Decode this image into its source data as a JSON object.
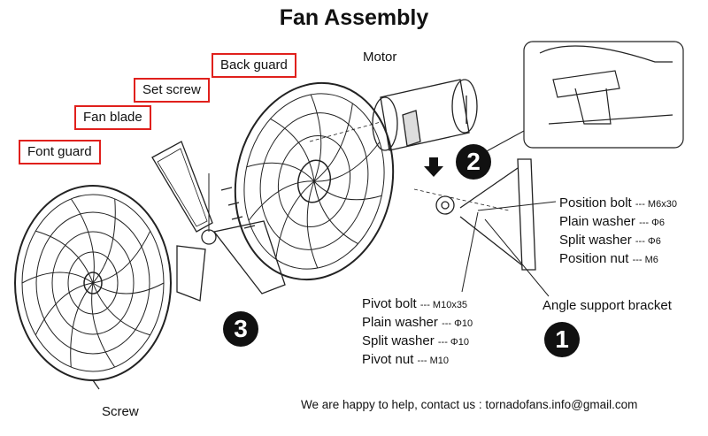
{
  "title": "Fan Assembly",
  "parts": {
    "font_guard": "Font guard",
    "fan_blade": "Fan blade",
    "set_screw": "Set screw",
    "back_guard": "Back guard",
    "motor": "Motor",
    "screw": "Screw",
    "angle_support_bracket": "Angle support bracket"
  },
  "hardware_right": [
    {
      "name": "Position bolt",
      "spec": "--- M6x30"
    },
    {
      "name": "Plain washer",
      "spec": "--- Φ6"
    },
    {
      "name": "Split washer",
      "spec": "--- Φ6"
    },
    {
      "name": "Position nut",
      "spec": "--- M6"
    }
  ],
  "hardware_pivot": [
    {
      "name": "Pivot bolt",
      "spec": "--- M10x35"
    },
    {
      "name": "Plain washer",
      "spec": "--- Φ10"
    },
    {
      "name": "Split washer",
      "spec": "--- Φ10"
    },
    {
      "name": "Pivot nut",
      "spec": "--- M10"
    }
  ],
  "steps": [
    "1",
    "2",
    "3"
  ],
  "contact": "We are happy to help, contact us : tornadofans.info@gmail.com",
  "colors": {
    "label_box_border": "#e0201c",
    "line": "#222222"
  }
}
